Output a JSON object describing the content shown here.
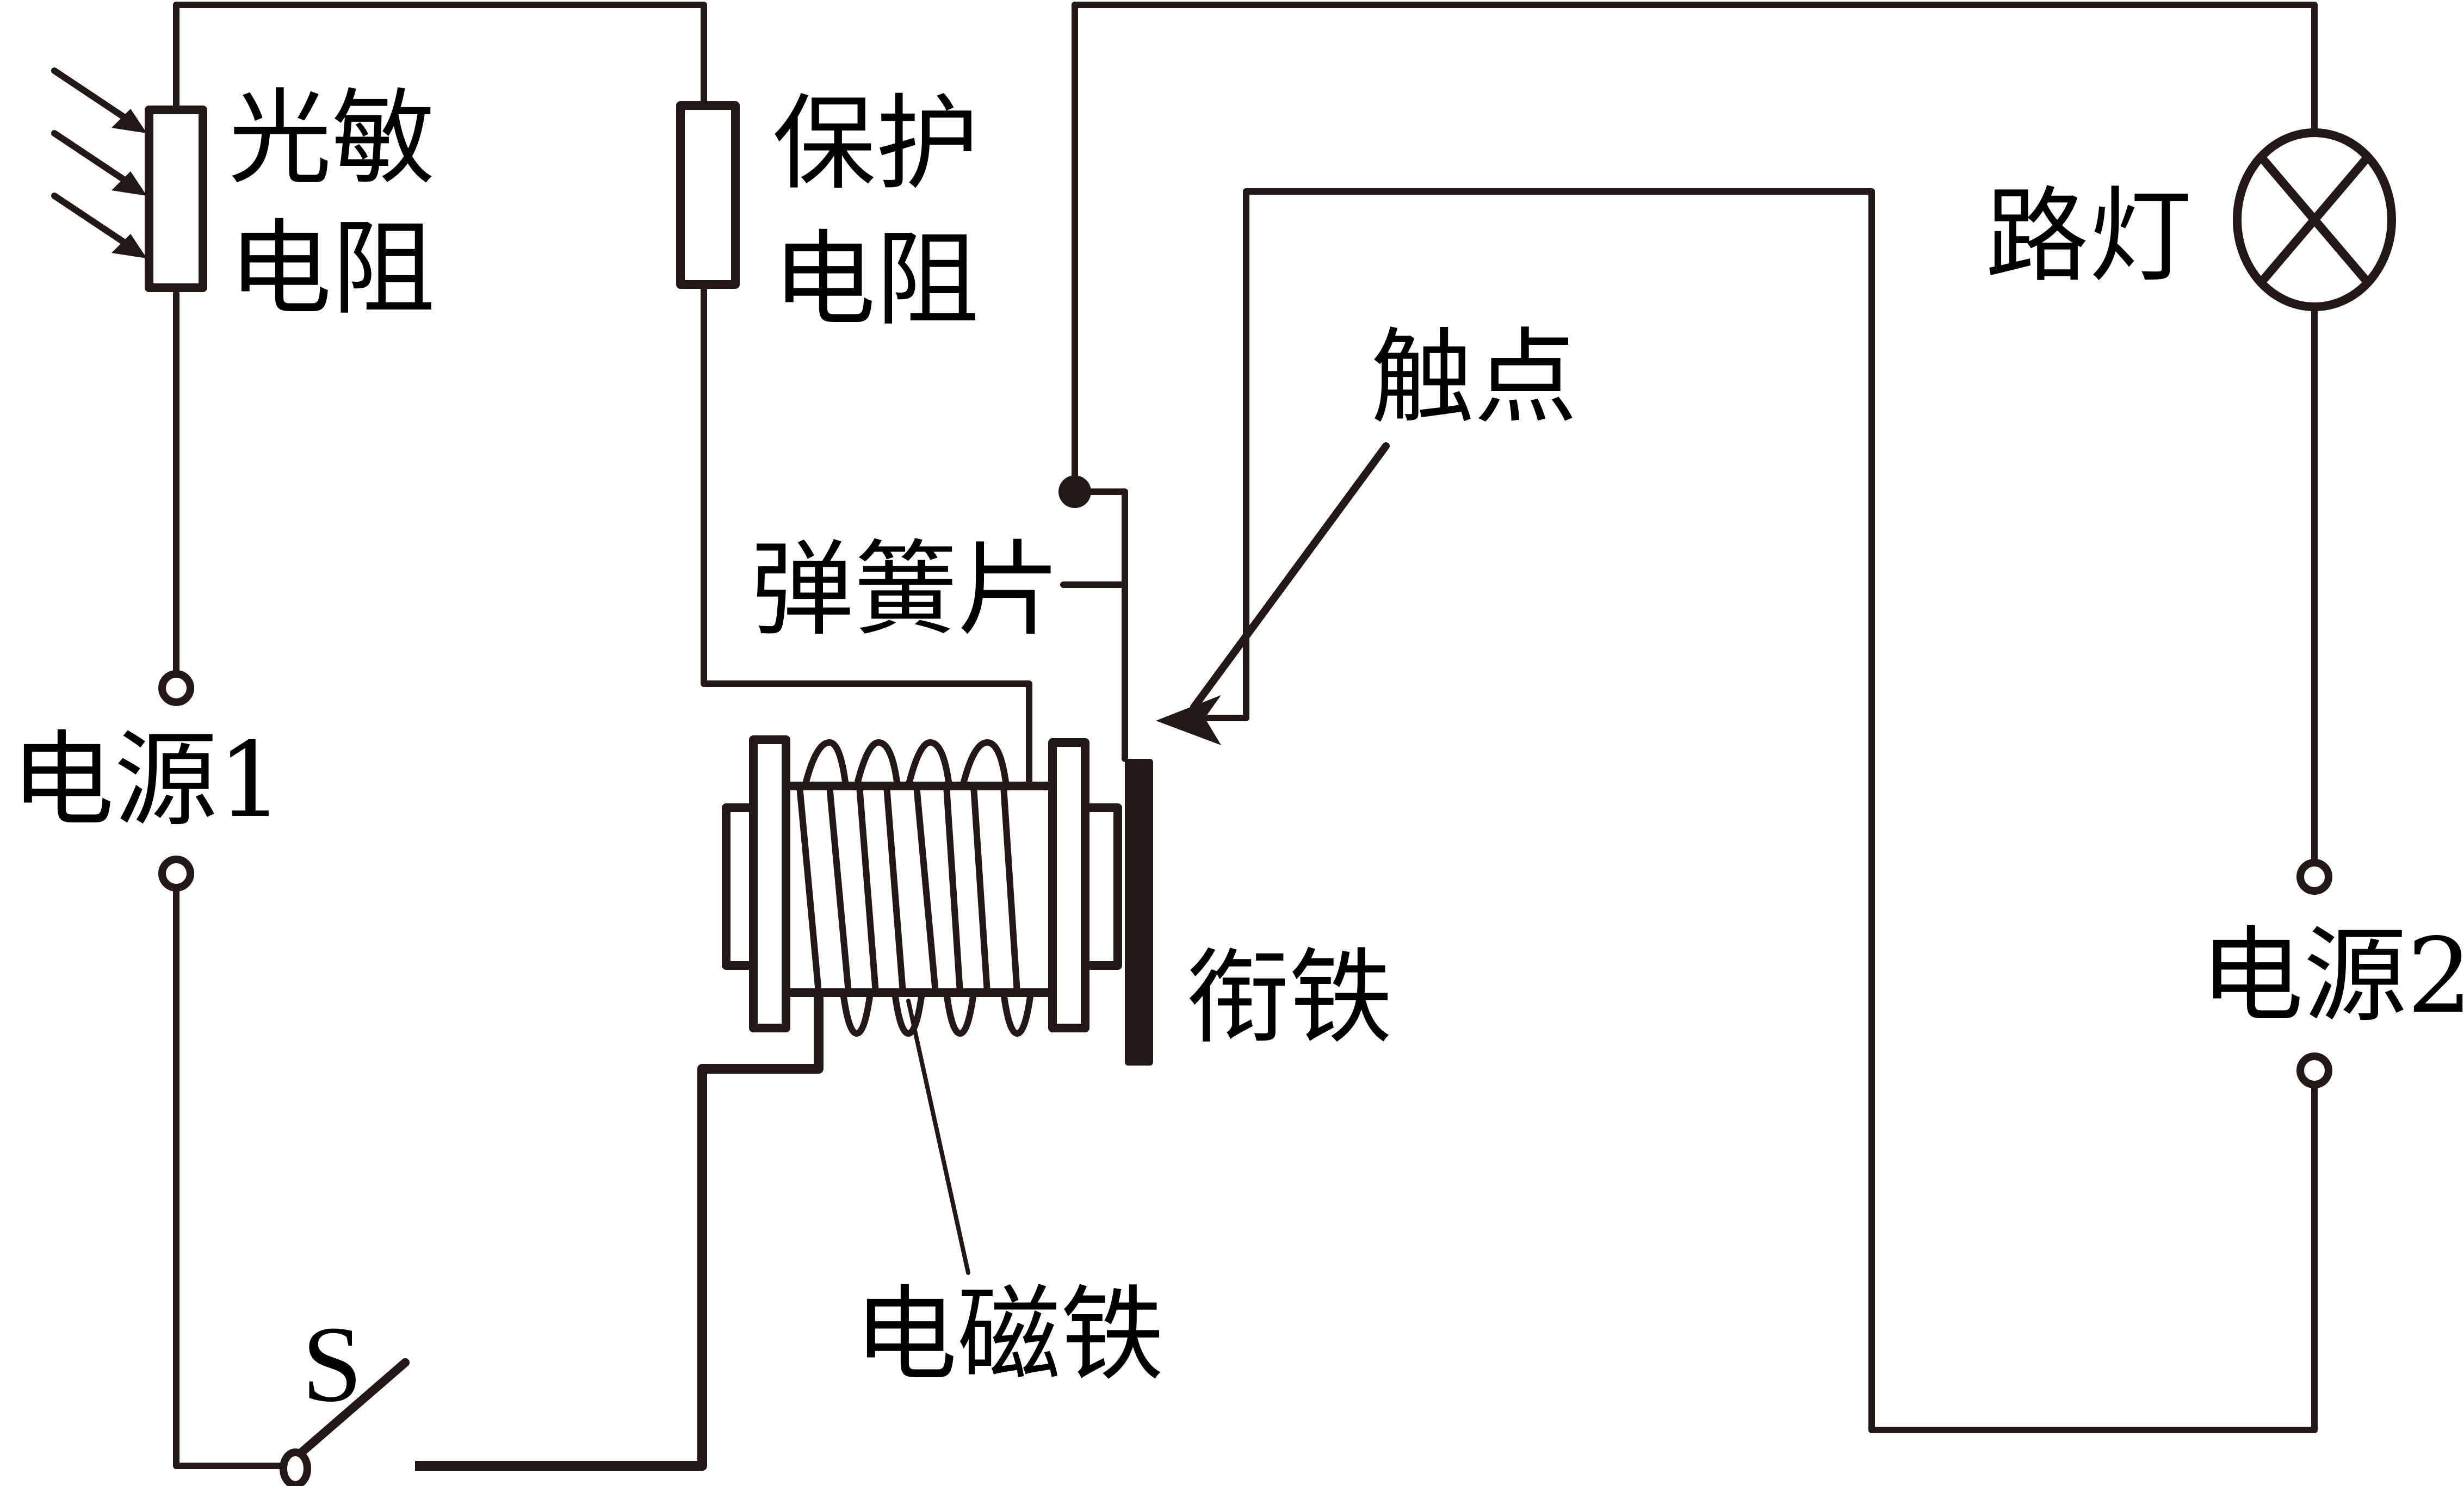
{
  "diagram": {
    "title": "光控路灯电路",
    "labels": {
      "photoresistor_line1": "光敏",
      "photoresistor_line2": "电阻",
      "protect_resistor_line1": "保护",
      "protect_resistor_line2": "电阻",
      "street_lamp": "路灯",
      "contact": "触点",
      "spring_strip": "弹簧片",
      "power_source_1": "电源1",
      "power_source_2": "电源2",
      "armature": "衔铁",
      "electromagnet": "电磁铁",
      "switch": "S"
    },
    "colors": {
      "ink": "#231815",
      "background": "#ffffff"
    },
    "components": [
      {
        "id": "photoresistor",
        "label": "光敏电阻",
        "icon": "resistor-with-light-arrows"
      },
      {
        "id": "protect-resistor",
        "label": "保护电阻",
        "icon": "resistor"
      },
      {
        "id": "power-source-1",
        "label": "电源1",
        "icon": "terminal-pair"
      },
      {
        "id": "switch-s",
        "label": "S",
        "icon": "open-switch"
      },
      {
        "id": "electromagnet",
        "label": "电磁铁",
        "icon": "coil"
      },
      {
        "id": "spring-strip",
        "label": "弹簧片",
        "icon": "spring-contact"
      },
      {
        "id": "armature",
        "label": "衔铁",
        "icon": "iron-bar"
      },
      {
        "id": "contact",
        "label": "触点",
        "icon": "arrow-pointer"
      },
      {
        "id": "street-lamp",
        "label": "路灯",
        "icon": "lamp-cross-circle"
      },
      {
        "id": "power-source-2",
        "label": "电源2",
        "icon": "terminal-pair"
      }
    ]
  }
}
